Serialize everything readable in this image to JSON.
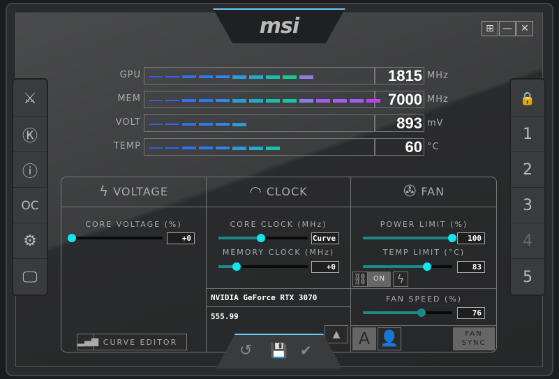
{
  "brand": "msi",
  "window_buttons": [
    {
      "name": "windows-icon",
      "glyph": "⊞"
    },
    {
      "name": "minimize",
      "glyph": "—"
    },
    {
      "name": "close",
      "glyph": "✕"
    }
  ],
  "left_sidebar": [
    {
      "name": "oc-scanner-logo",
      "glyph": "⚔"
    },
    {
      "name": "k-boost",
      "glyph": "Ⓚ"
    },
    {
      "name": "info",
      "glyph": "ⓘ"
    },
    {
      "name": "oc-scan",
      "glyph": "OC"
    },
    {
      "name": "settings",
      "glyph": "⚙"
    },
    {
      "name": "monitor",
      "glyph": "🖵"
    }
  ],
  "right_sidebar": {
    "lock": "🔒",
    "profiles": [
      "1",
      "2",
      "3",
      "4",
      "5"
    ]
  },
  "monitors": [
    {
      "label": "GPU",
      "value": "1815",
      "unit": "MHz",
      "segments": 10
    },
    {
      "label": "MEM",
      "value": "7000",
      "unit": "MHz",
      "segments": 14
    },
    {
      "label": "VOLT",
      "value": "893",
      "unit": "mV",
      "segments": 6
    },
    {
      "label": "TEMP",
      "value": "60",
      "unit": "°C",
      "segments": 8
    }
  ],
  "voltage": {
    "title": "VOLTAGE",
    "core_voltage_label": "CORE VOLTAGE  (%)",
    "core_voltage_value": "+0",
    "core_voltage_pos": 0,
    "curve_editor": "CURVE EDITOR"
  },
  "clock": {
    "title": "CLOCK",
    "core_label": "CORE CLOCK (MHz)",
    "core_value": "Curve",
    "core_pos": 0.48,
    "mem_label": "MEMORY CLOCK (MHz)",
    "mem_value": "+0",
    "mem_pos": 0.2,
    "gpu_name": "NVIDIA GeForce RTX 3070",
    "driver": "555.99"
  },
  "fan": {
    "title": "FAN",
    "power_label": "POWER LIMIT (%)",
    "power_value": "100",
    "power_pos": 1.0,
    "temp_label": "TEMP LIMIT (°C)",
    "temp_value": "83",
    "temp_pos": 0.72,
    "link_on": "ON",
    "speed_label": "FAN SPEED (%)",
    "speed_value": "76",
    "speed_pos": 0.66,
    "auto": "A",
    "fan_sync_1": "FAN",
    "fan_sync_2": "SYNC"
  },
  "colors": {
    "accent": "#11e6f0",
    "seg": [
      "#3a5bd8",
      "#3366ee",
      "#3370ee",
      "#3377ee",
      "#3385e6",
      "#2a9ad8",
      "#22aac8",
      "#1bbfa8",
      "#13c89a",
      "#8f7ae8",
      "#a35af0",
      "#a75af5",
      "#a55cf5",
      "#c040f5"
    ]
  }
}
